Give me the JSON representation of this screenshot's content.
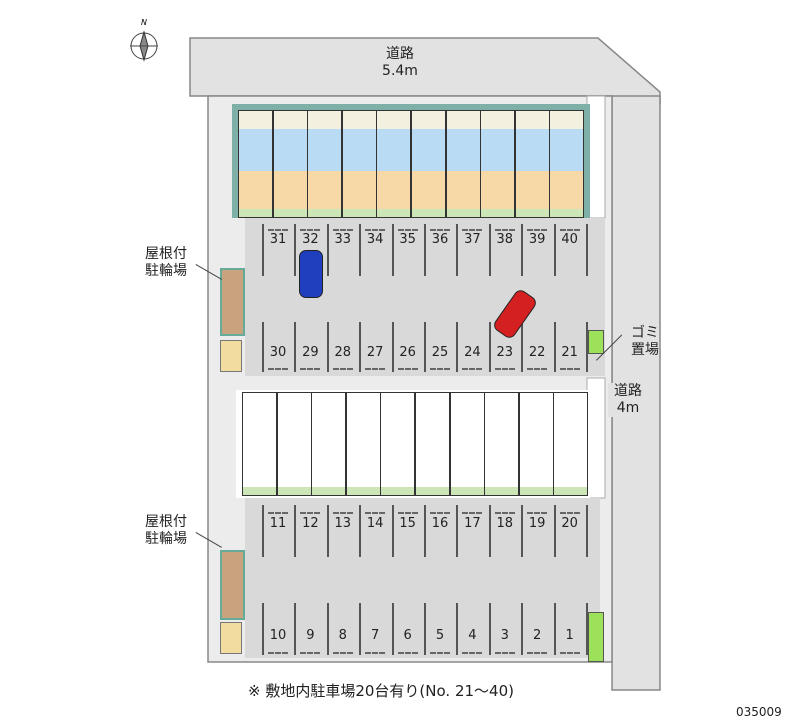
{
  "roads": {
    "north": {
      "name": "道路",
      "width": "5.4m"
    },
    "east": {
      "name": "道路",
      "width": "4m"
    }
  },
  "labels": {
    "bike_shelter_upper": [
      "屋根付",
      "駐輪場"
    ],
    "bike_shelter_lower": [
      "屋根付",
      "駐輪場"
    ],
    "garbage": [
      "ゴミ",
      "置場"
    ]
  },
  "compass": {
    "letter": "N"
  },
  "parking": {
    "upper_top_row": [
      "31",
      "32",
      "33",
      "34",
      "35",
      "36",
      "37",
      "38",
      "39",
      "40"
    ],
    "upper_bottom_row": [
      "30",
      "29",
      "28",
      "27",
      "26",
      "25",
      "24",
      "23",
      "22",
      "21"
    ],
    "lower_top_row": [
      "11",
      "12",
      "13",
      "14",
      "15",
      "16",
      "17",
      "18",
      "19",
      "20"
    ],
    "lower_bottom_row": [
      "10",
      "9",
      "8",
      "7",
      "6",
      "5",
      "4",
      "3",
      "2",
      "1"
    ]
  },
  "cars": [
    {
      "color": "#1f3fbf",
      "stall": "32"
    },
    {
      "color": "#d42020",
      "stall": "23"
    }
  ],
  "footer": {
    "note": "※ 敷地内駐車場20台有り(No. 21～40)",
    "code": "035009"
  }
}
